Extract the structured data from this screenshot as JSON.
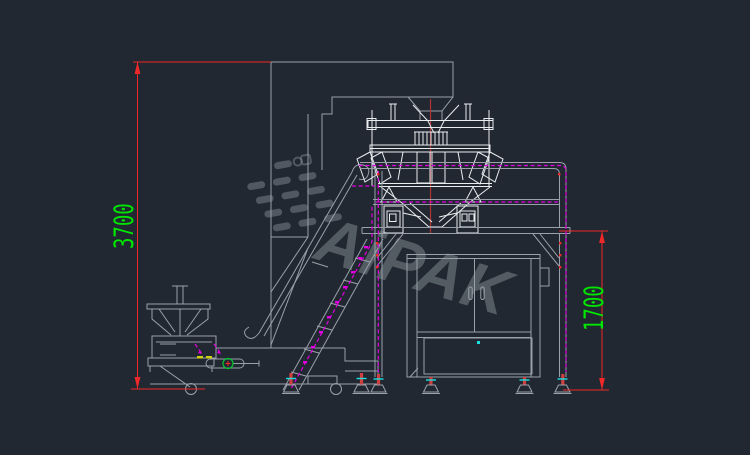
{
  "canvas": {
    "background": "#222831",
    "description": "CAD engineering side-view drawing of a multihead-weigher packing line"
  },
  "watermark": {
    "text": "AiPAK",
    "logo": "dash-flag-logo"
  },
  "dimensions": {
    "overall_height": {
      "label": "3700",
      "color": "#00e600",
      "orientation": "vertical"
    },
    "platform_height": {
      "label": "1700",
      "color": "#00e600",
      "orientation": "vertical"
    }
  },
  "colors": {
    "outline": "#9aa1aa",
    "highlight": "#e9edf0",
    "dimension": "#ef2929",
    "dimension_text": "#00e600",
    "safety_fence": "#e100e1",
    "centerline": "#b03434",
    "accent_cyan": "#1ae0e0",
    "accent_green": "#00c832",
    "accent_yellow": "#cfcf15"
  },
  "components": [
    "z-elevator-column",
    "discharge-funnel",
    "multihead-weigher",
    "support-platform",
    "safety-fence",
    "access-stairs",
    "feeder-hopper",
    "base-conveyor",
    "packing-machine-cabinet",
    "leveling-feet",
    "casters"
  ]
}
